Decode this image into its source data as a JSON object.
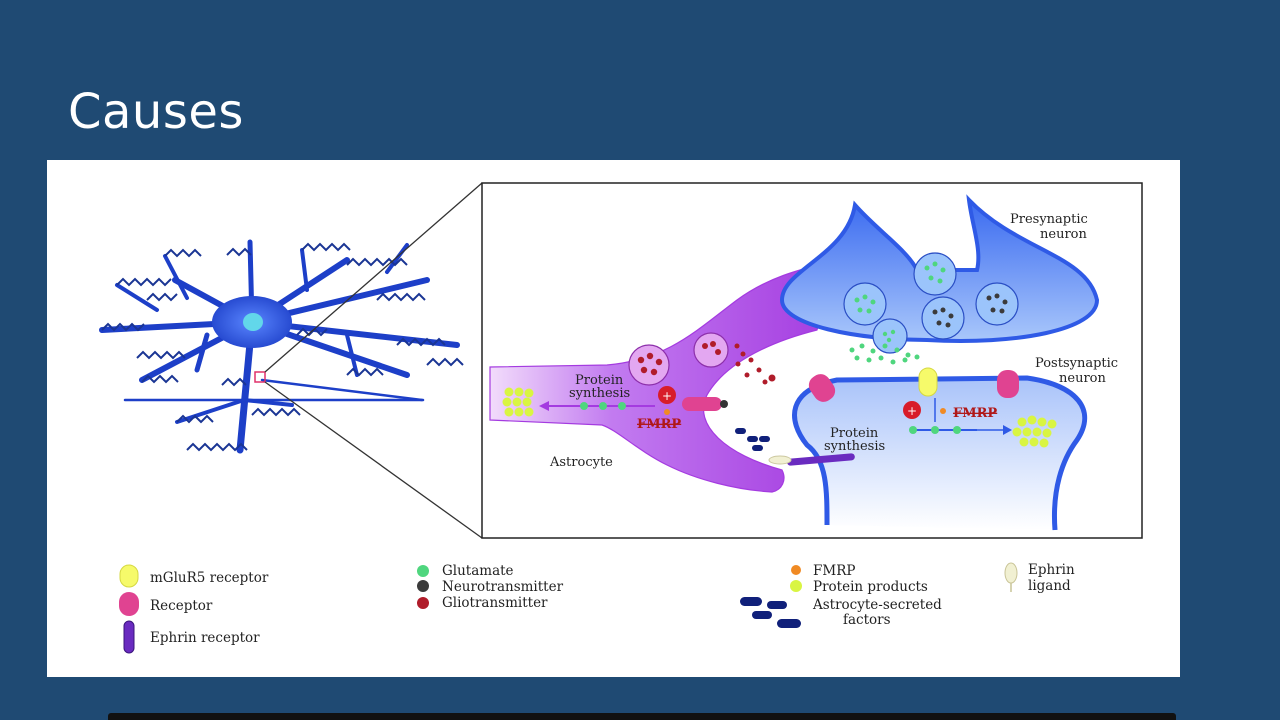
{
  "slide": {
    "title": "Causes"
  },
  "diagram": {
    "labels": {
      "presynaptic_line1": "Presynaptic",
      "presynaptic_line2": "neuron",
      "postsynaptic_line1": "Postsynaptic",
      "postsynaptic_line2": "neuron",
      "astrocyte": "Astrocyte",
      "astro_protein_line1": "Protein",
      "astro_protein_line2": "synthesis",
      "astro_fmrp": "FMRP",
      "post_protein_line1": "Protein",
      "post_protein_line2": "synthesis",
      "post_fmrp": "FMRP",
      "minus_sign": "+"
    },
    "colors": {
      "background": "#1f4a73",
      "astrocyte": "#a93be0",
      "neuron": "#3f6ee8",
      "glutamate": "#4fd67e",
      "neurotransmitter": "#3b3b3b",
      "gliotransmitter": "#b01c2a",
      "fmrp": "#f08a24",
      "protein_products": "#d9f542",
      "astro_secreted": "#10207a"
    },
    "legend": [
      {
        "key": "mglur5",
        "text": "mGluR5 receptor",
        "icon": "yellow-capsule-icon"
      },
      {
        "key": "receptor",
        "text": "Receptor",
        "icon": "pink-capsule-icon"
      },
      {
        "key": "ephrin_receptor",
        "text": "Ephrin receptor",
        "icon": "purple-rod-icon"
      },
      {
        "key": "glutamate",
        "text": "Glutamate",
        "icon": "green-dot-icon"
      },
      {
        "key": "neurotransmitter",
        "text": "Neurotransmitter",
        "icon": "dark-dot-icon"
      },
      {
        "key": "gliotransmitter",
        "text": "Gliotransmitter",
        "icon": "red-dot-icon"
      },
      {
        "key": "fmrp",
        "text": "FMRP",
        "icon": "orange-dot-icon"
      },
      {
        "key": "protein_products",
        "text": "Protein products",
        "icon": "lime-dot-icon"
      },
      {
        "key": "astro_factors_line1",
        "text": "Astrocyte-secreted",
        "icon": "navy-dots-icon"
      },
      {
        "key": "astro_factors_line2",
        "text": "factors"
      },
      {
        "key": "ephrin_ligand_line1",
        "text": "Ephrin",
        "icon": "ephrin-ligand-icon"
      },
      {
        "key": "ephrin_ligand_line2",
        "text": "ligand"
      }
    ]
  }
}
